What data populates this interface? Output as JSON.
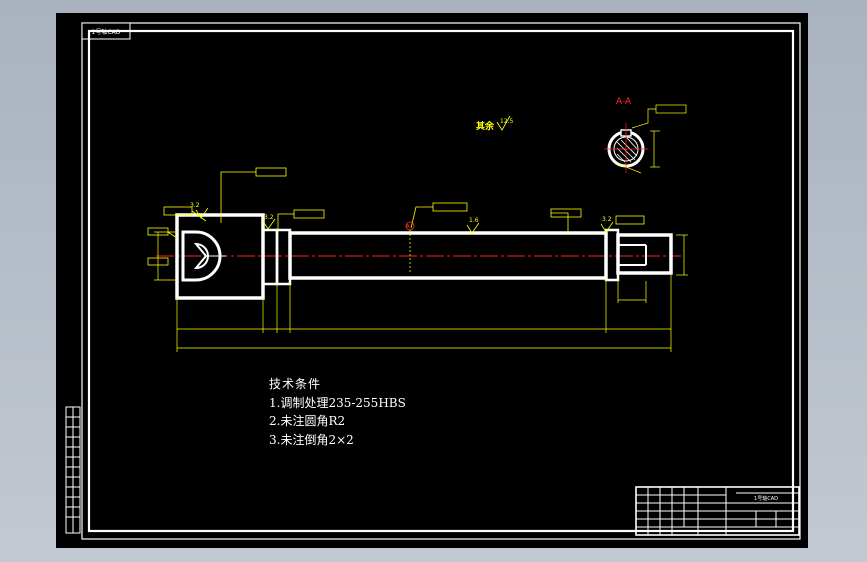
{
  "drawing": {
    "corner_label": "1号轴CAD",
    "title_block_label": "1号轴CAD",
    "section_label": "A-A",
    "section_marker": "A",
    "roughness_rest_label": "其余",
    "roughness_rest_value": "12.5",
    "roughness_values": [
      "3.2",
      "3.2",
      "1.6",
      "3.2"
    ],
    "notes": {
      "heading": "技术条件",
      "items": [
        "1.调制处理235-255HBS",
        "2.未注圆角R2",
        "3.未注倒角2×2"
      ]
    },
    "colors": {
      "background": "#000000",
      "geometry": "#ffffff",
      "dimension": "#ffff00",
      "centerline": "#ff2020",
      "section_label": "#ff3030"
    }
  }
}
